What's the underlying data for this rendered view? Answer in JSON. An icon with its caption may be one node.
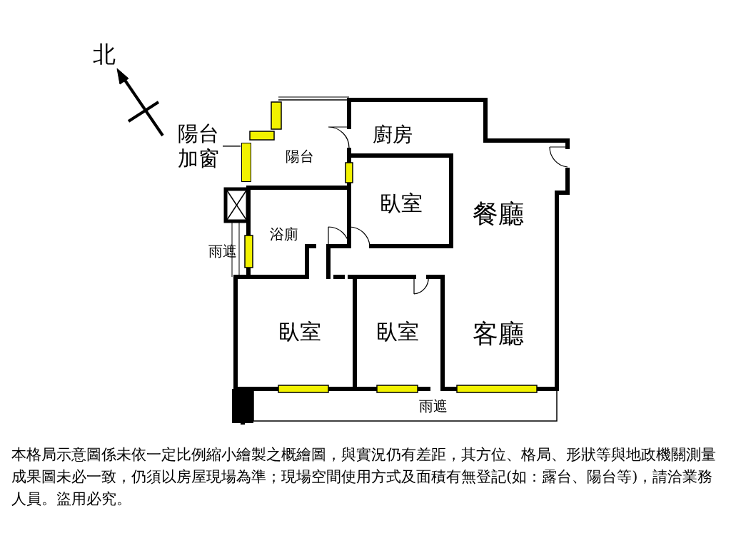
{
  "diagram": {
    "caption": "本格局示意圖係未依一定比例縮小繪製之概繪圖，與實況仍有差距，其方位、格局、形狀等與地政機關測量成果圖未必一致，仍須以房屋現場為準；現場空間使用方式及面積有無登記(如：露台、陽台等)，請洽業務人員。盜用必究。",
    "nodes": [
      {
        "text": [
          "廚房"
        ]
      },
      {
        "text": [
          "臥室"
        ]
      },
      {
        "text": [
          "餐廳"
        ]
      },
      {
        "text": [
          "陽台"
        ]
      },
      {
        "text": [
          "浴廁"
        ]
      },
      {
        "text": [
          "臥室"
        ]
      },
      {
        "text": [
          "臥室"
        ]
      },
      {
        "text": [
          "客廳"
        ]
      },
      {
        "text": [
          "雨遮"
        ]
      },
      {
        "text": [
          "雨遮"
        ]
      },
      {
        "text": [
          "陽台加窗"
        ]
      },
      {
        "text": [],
        "shape": "box"
      }
    ],
    "edges": [
      {
        "from": 10,
        "to": 11,
        "arrow": "none"
      }
    ],
    "labels": [
      "北"
    ]
  }
}
